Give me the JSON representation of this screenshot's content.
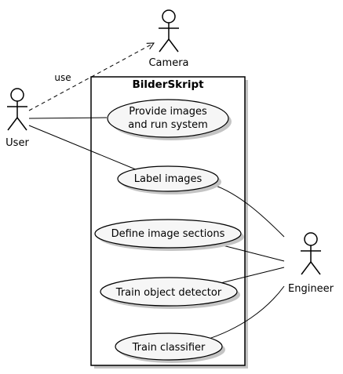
{
  "system": {
    "title": "BilderSkript"
  },
  "actors": {
    "camera": "Camera",
    "user": "User",
    "engineer": "Engineer"
  },
  "relations": {
    "use_label": "use"
  },
  "use_cases": {
    "provide_images_line1": "Provide images",
    "provide_images_line2": "and run system",
    "label_images": "Label images",
    "define_sections": "Define image sections",
    "train_detector": "Train object detector",
    "train_classifier": "Train classifier"
  },
  "colors": {
    "usecase_fill": "#f6f6f6",
    "actor_fill": "#ffffff",
    "stroke": "#000000",
    "shadow": "#c4c4c4"
  }
}
